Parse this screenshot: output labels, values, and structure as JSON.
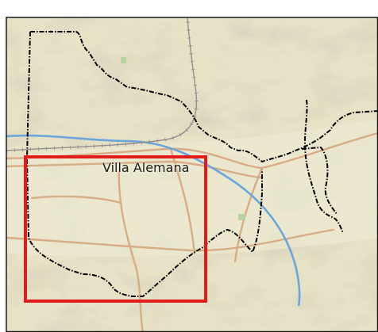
{
  "map": {
    "place_label": "Villa Alemana"
  },
  "colors": {
    "terrain_base": "#e7e2c6",
    "road": "#d8ac86",
    "river": "#6aa6dc",
    "railway": "#8f8f8f",
    "boundary": "#000000",
    "highlight_box": "#e21b1b"
  },
  "icons": {
    "boundary_line": "dash-dot-boundary",
    "railway_line": "railway-track"
  }
}
